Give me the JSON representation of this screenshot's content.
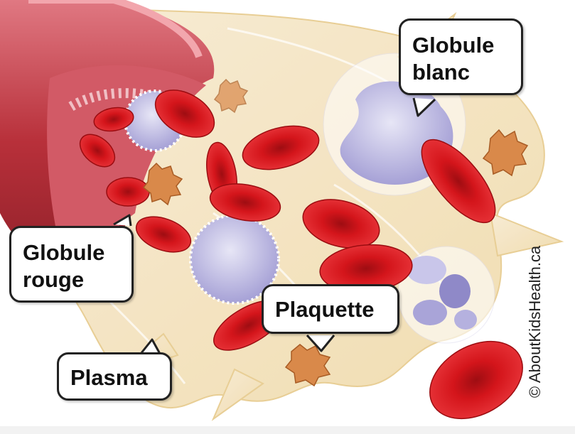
{
  "labels": {
    "white_cell": [
      "Globule",
      "blanc"
    ],
    "red_cell": [
      "Globule",
      "rouge"
    ],
    "platelet": "Plaquette",
    "plasma": "Plasma"
  },
  "copyright": "© AboutKidsHealth.ca",
  "colors": {
    "vessel_wall": "#b8303a",
    "plasma": "#f4e3b8",
    "red_cell": "#d4151b",
    "white_cell": "#b9b5e0",
    "platelet": "#d9894a"
  }
}
